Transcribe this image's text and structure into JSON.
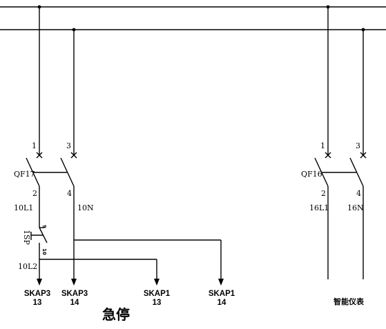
{
  "breaker_left": {
    "name": "QF17",
    "pins": {
      "p1": "1",
      "p3": "3",
      "p2": "2",
      "p4": "4"
    },
    "wires": {
      "left": "10L1",
      "right": "10N"
    }
  },
  "breaker_right": {
    "name": "QF16",
    "pins": {
      "p1": "1",
      "p3": "3",
      "p2": "2",
      "p4": "4"
    },
    "wires": {
      "left": "16L1",
      "right": "16N"
    }
  },
  "estop": {
    "device": "1SP",
    "contact_a": "9",
    "contact_b": "10",
    "out_wire": "10L2",
    "caption": "急停"
  },
  "terminals": [
    {
      "line1": "SKAP3",
      "line2": "13"
    },
    {
      "line1": "SKAP3",
      "line2": "14"
    },
    {
      "line1": "SKAP1",
      "line2": "13"
    },
    {
      "line1": "SKAP1",
      "line2": "14"
    }
  ],
  "meter_label": "智能仪表"
}
